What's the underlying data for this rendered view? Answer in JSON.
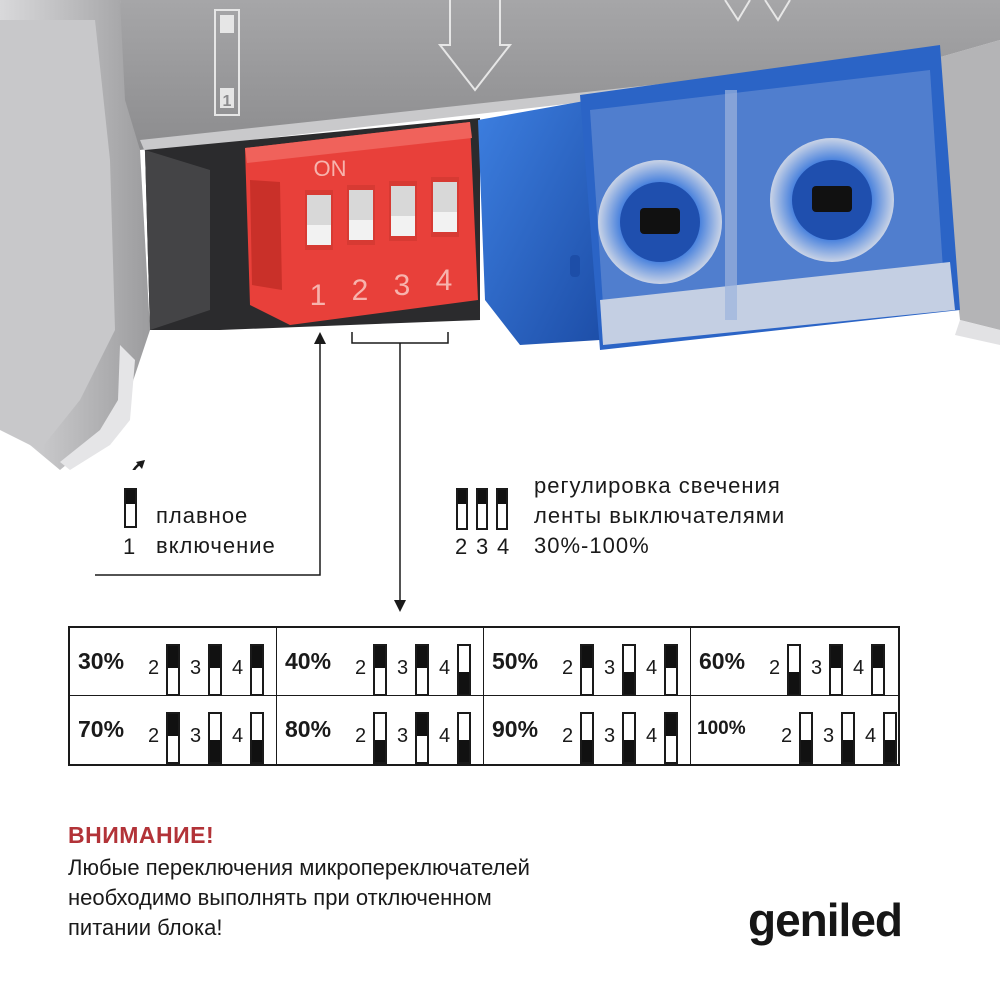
{
  "photo": {
    "dip_on_label": "ON",
    "dip_numbers": [
      "1",
      "2",
      "3",
      "4"
    ],
    "housing_label_number": "1",
    "colors": {
      "housing": "#9a9a9c",
      "dip_switch": "#e8403a",
      "terminal": "#2f6ed3"
    }
  },
  "soft_start": {
    "number": "1",
    "label_line1": "плавное",
    "label_line2": "включение"
  },
  "brightness": {
    "numbers": [
      "2",
      "3",
      "4"
    ],
    "line1": "регулировка свечения",
    "line2": "ленты выключателями",
    "line3": "30%-100%"
  },
  "table": {
    "rows": [
      {
        "percent": "30%",
        "switches": [
          {
            "n": "2",
            "state": "on"
          },
          {
            "n": "3",
            "state": "on"
          },
          {
            "n": "4",
            "state": "on"
          }
        ]
      },
      {
        "percent": "40%",
        "switches": [
          {
            "n": "2",
            "state": "on"
          },
          {
            "n": "3",
            "state": "on"
          },
          {
            "n": "4",
            "state": "off"
          }
        ]
      },
      {
        "percent": "50%",
        "switches": [
          {
            "n": "2",
            "state": "on"
          },
          {
            "n": "3",
            "state": "off"
          },
          {
            "n": "4",
            "state": "on"
          }
        ]
      },
      {
        "percent": "60%",
        "switches": [
          {
            "n": "2",
            "state": "off"
          },
          {
            "n": "3",
            "state": "on"
          },
          {
            "n": "4",
            "state": "on"
          }
        ]
      },
      {
        "percent": "70%",
        "switches": [
          {
            "n": "2",
            "state": "on"
          },
          {
            "n": "3",
            "state": "off"
          },
          {
            "n": "4",
            "state": "off"
          }
        ]
      },
      {
        "percent": "80%",
        "switches": [
          {
            "n": "2",
            "state": "off"
          },
          {
            "n": "3",
            "state": "on"
          },
          {
            "n": "4",
            "state": "off"
          }
        ]
      },
      {
        "percent": "90%",
        "switches": [
          {
            "n": "2",
            "state": "off"
          },
          {
            "n": "3",
            "state": "off"
          },
          {
            "n": "4",
            "state": "on"
          }
        ]
      },
      {
        "percent": "100%",
        "switches": [
          {
            "n": "2",
            "state": "off"
          },
          {
            "n": "3",
            "state": "off"
          },
          {
            "n": "4",
            "state": "off"
          }
        ]
      }
    ]
  },
  "warning": {
    "title": "ВНИМАНИЕ!",
    "line1": "Любые переключения микропереключателей",
    "line2": "необходимо выполнять при отключенном",
    "line3": "питании блока!",
    "title_color": "#b23338"
  },
  "brand": {
    "logo": "geniled"
  }
}
